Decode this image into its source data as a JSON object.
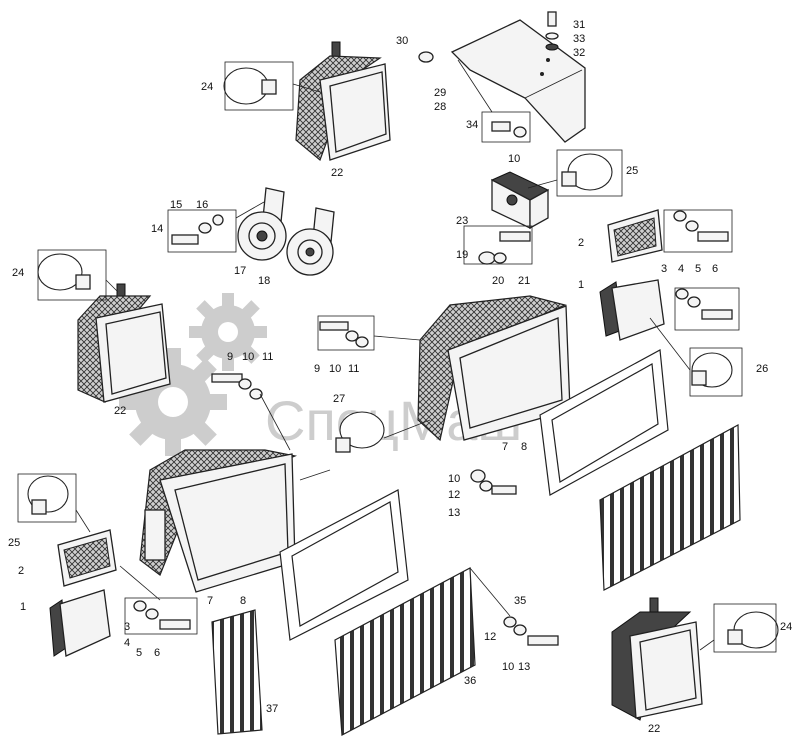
{
  "watermark": {
    "brand_text": "СпецМаш"
  },
  "callouts": [
    {
      "n": "31"
    },
    {
      "n": "33"
    },
    {
      "n": "32"
    },
    {
      "n": "30"
    },
    {
      "n": "29"
    },
    {
      "n": "28"
    },
    {
      "n": "34"
    },
    {
      "n": "10"
    },
    {
      "n": "24"
    },
    {
      "n": "22"
    },
    {
      "n": "25"
    },
    {
      "n": "23"
    },
    {
      "n": "15"
    },
    {
      "n": "16"
    },
    {
      "n": "14"
    },
    {
      "n": "17"
    },
    {
      "n": "18"
    },
    {
      "n": "2"
    },
    {
      "n": "3"
    },
    {
      "n": "4"
    },
    {
      "n": "5"
    },
    {
      "n": "6"
    },
    {
      "n": "19"
    },
    {
      "n": "20"
    },
    {
      "n": "21"
    },
    {
      "n": "24"
    },
    {
      "n": "1"
    },
    {
      "n": "9"
    },
    {
      "n": "10"
    },
    {
      "n": "11"
    },
    {
      "n": "26"
    },
    {
      "n": "22"
    },
    {
      "n": "9"
    },
    {
      "n": "10"
    },
    {
      "n": "11"
    },
    {
      "n": "27"
    },
    {
      "n": "7"
    },
    {
      "n": "8"
    },
    {
      "n": "10"
    },
    {
      "n": "12"
    },
    {
      "n": "13"
    },
    {
      "n": "25"
    },
    {
      "n": "2"
    },
    {
      "n": "1"
    },
    {
      "n": "3"
    },
    {
      "n": "4"
    },
    {
      "n": "5"
    },
    {
      "n": "6"
    },
    {
      "n": "7"
    },
    {
      "n": "8"
    },
    {
      "n": "35"
    },
    {
      "n": "12"
    },
    {
      "n": "10"
    },
    {
      "n": "13"
    },
    {
      "n": "24"
    },
    {
      "n": "37"
    },
    {
      "n": "36"
    },
    {
      "n": "22"
    }
  ]
}
